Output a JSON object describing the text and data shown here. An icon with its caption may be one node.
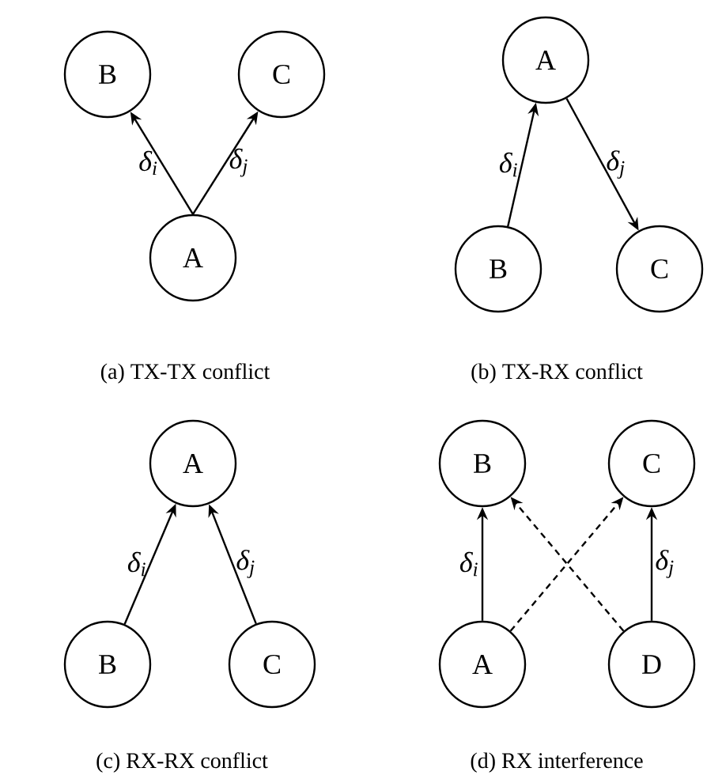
{
  "diagram": {
    "nodes": [
      {
        "text": [
          "B"
        ]
      },
      {
        "text": [
          "C"
        ]
      },
      {
        "text": [
          "A"
        ]
      },
      {
        "text": [
          "A"
        ]
      },
      {
        "text": [
          "B"
        ]
      },
      {
        "text": [
          "C"
        ]
      },
      {
        "text": [
          "A"
        ]
      },
      {
        "text": [
          "B"
        ]
      },
      {
        "text": [
          "C"
        ]
      },
      {
        "text": [
          "B"
        ]
      },
      {
        "text": [
          "C"
        ]
      },
      {
        "text": [
          "A"
        ]
      },
      {
        "text": [
          "D"
        ]
      }
    ],
    "edges": [
      {
        "from": 2,
        "to": 0,
        "arrow": "to",
        "label": "δ$_{i}$"
      },
      {
        "from": 2,
        "to": 1,
        "arrow": "to",
        "label": "δ$_{j}$"
      },
      {
        "from": 4,
        "to": 3,
        "arrow": "to",
        "label": "δ$_{i}$"
      },
      {
        "from": 3,
        "to": 5,
        "arrow": "to",
        "label": "δ$_{j}$"
      },
      {
        "from": 7,
        "to": 6,
        "arrow": "to",
        "label": "δ$_{i}$"
      },
      {
        "from": 8,
        "to": 6,
        "arrow": "to",
        "label": "δ$_{j}$"
      },
      {
        "from": 11,
        "to": 9,
        "arrow": "to",
        "label": "δ$_{i}$"
      },
      {
        "from": 12,
        "to": 10,
        "arrow": "to",
        "label": "δ$_{j}$"
      },
      {
        "from": 11,
        "to": 10,
        "arrow": "to",
        "style": "dashed"
      },
      {
        "from": 12,
        "to": 9,
        "arrow": "to",
        "style": "dashed"
      }
    ],
    "labels": [
      "(a) TX-TX conflict",
      "(b) TX-RX conflict",
      "(c) RX-RX conflict",
      "(d) RX interference"
    ]
  }
}
